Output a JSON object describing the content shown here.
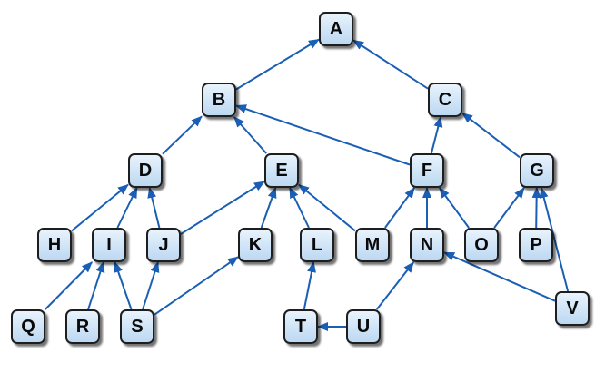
{
  "nodes": [
    {
      "id": "A",
      "label": "A"
    },
    {
      "id": "B",
      "label": "B"
    },
    {
      "id": "C",
      "label": "C"
    },
    {
      "id": "D",
      "label": "D"
    },
    {
      "id": "E",
      "label": "E"
    },
    {
      "id": "F",
      "label": "F"
    },
    {
      "id": "G",
      "label": "G"
    },
    {
      "id": "H",
      "label": "H"
    },
    {
      "id": "I",
      "label": "I"
    },
    {
      "id": "J",
      "label": "J"
    },
    {
      "id": "K",
      "label": "K"
    },
    {
      "id": "L",
      "label": "L"
    },
    {
      "id": "M",
      "label": "M"
    },
    {
      "id": "N",
      "label": "N"
    },
    {
      "id": "O",
      "label": "O"
    },
    {
      "id": "P",
      "label": "P"
    },
    {
      "id": "Q",
      "label": "Q"
    },
    {
      "id": "R",
      "label": "R"
    },
    {
      "id": "S",
      "label": "S"
    },
    {
      "id": "T",
      "label": "T"
    },
    {
      "id": "U",
      "label": "U"
    },
    {
      "id": "V",
      "label": "V"
    }
  ],
  "edges": [
    {
      "from": "B",
      "to": "A"
    },
    {
      "from": "C",
      "to": "A"
    },
    {
      "from": "D",
      "to": "B"
    },
    {
      "from": "E",
      "to": "B"
    },
    {
      "from": "F",
      "to": "B"
    },
    {
      "from": "F",
      "to": "C"
    },
    {
      "from": "G",
      "to": "C"
    },
    {
      "from": "H",
      "to": "D"
    },
    {
      "from": "I",
      "to": "D"
    },
    {
      "from": "J",
      "to": "D"
    },
    {
      "from": "J",
      "to": "E"
    },
    {
      "from": "K",
      "to": "E"
    },
    {
      "from": "L",
      "to": "E"
    },
    {
      "from": "M",
      "to": "E"
    },
    {
      "from": "M",
      "to": "F"
    },
    {
      "from": "N",
      "to": "F"
    },
    {
      "from": "O",
      "to": "F"
    },
    {
      "from": "O",
      "to": "G"
    },
    {
      "from": "P",
      "to": "G"
    },
    {
      "from": "V",
      "to": "G"
    },
    {
      "from": "V",
      "to": "N"
    },
    {
      "from": "Q",
      "to": "I"
    },
    {
      "from": "R",
      "to": "I"
    },
    {
      "from": "S",
      "to": "I"
    },
    {
      "from": "S",
      "to": "J"
    },
    {
      "from": "S",
      "to": "K"
    },
    {
      "from": "T",
      "to": "L"
    },
    {
      "from": "U",
      "to": "T"
    },
    {
      "from": "U",
      "to": "N"
    }
  ],
  "colors": {
    "edge": "#1a5fb4",
    "node_border": "#1e1e1e",
    "node_fill": "#cfe4f7"
  }
}
